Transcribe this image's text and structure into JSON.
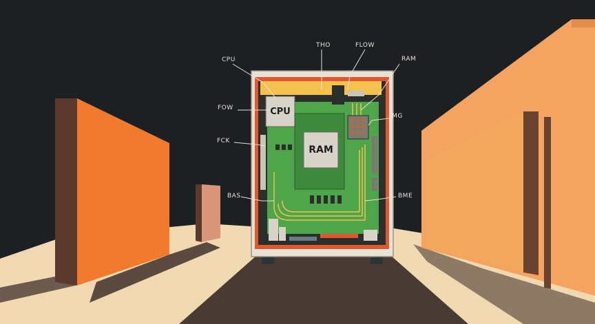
{
  "scene": {
    "colors": {
      "background": "#1d2023",
      "floor": "#f0d9b0",
      "shadow": "#4a3a34",
      "orange_wall": "#f07a2e",
      "peach_wall": "#f4a460",
      "board": "#4fa54a",
      "case": "#e8e2d4",
      "chip": "#d8d3c8",
      "trace": "#f2c14e"
    },
    "chips": {
      "cpu": "CPU",
      "ram": "RAM"
    },
    "labels": {
      "cpu": "CPU",
      "tho": "THO",
      "flow": "FLOW",
      "ram": "RAM",
      "fow": "FOW",
      "img": "IMG",
      "fck": "FCK",
      "bas": "BAS",
      "bme": "BME"
    }
  }
}
